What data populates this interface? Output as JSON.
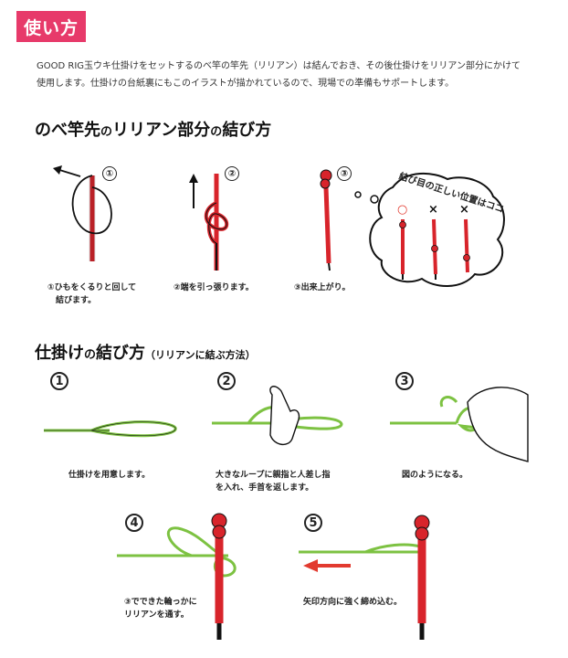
{
  "badge": "使い方",
  "intro": {
    "line1": "GOOD RIG玉ウキ仕掛けをセットするのべ竿の竿先（リリアン）は結んでおき、その後仕掛けをリリアン部分にかけて",
    "line2": "使用します。仕掛けの台紙裏にもこのイラストが描かれているので、現場での準備もサポートします。"
  },
  "section1": {
    "title_a": "のべ竿先",
    "title_b": "の",
    "title_c": "リリアン部分",
    "title_d": "の",
    "title_e": "結び方",
    "steps": [
      {
        "num": "①",
        "caption": "①ひもをくるりと回して\n　結びます。"
      },
      {
        "num": "②",
        "caption": "②端を引っ張ります。"
      },
      {
        "num": "③",
        "caption": "③出来上がり。"
      }
    ],
    "bubble_text": "結び目の正しい位置はココ",
    "marks": [
      "○",
      "×",
      "×"
    ]
  },
  "section2": {
    "title_a": "仕掛け",
    "title_b": "の",
    "title_c": "結び方",
    "title_note": "（リリアンに結ぶ方法）",
    "steps": [
      {
        "num": "1",
        "caption": "仕掛けを用意します。"
      },
      {
        "num": "2",
        "caption": "大きなループに親指と人差し指\nを入れ、手首を返します。"
      },
      {
        "num": "3",
        "caption": "図のようになる。"
      },
      {
        "num": "4",
        "caption": "③でできた輪っかに\nリリアンを通す。"
      },
      {
        "num": "5",
        "caption": "矢印方向に強く締め込む。"
      }
    ]
  },
  "colors": {
    "accent": "#e73a6a",
    "rod_red": "#d8242b",
    "line_green": "#7dc242",
    "arrow_red": "#e23a2f"
  }
}
